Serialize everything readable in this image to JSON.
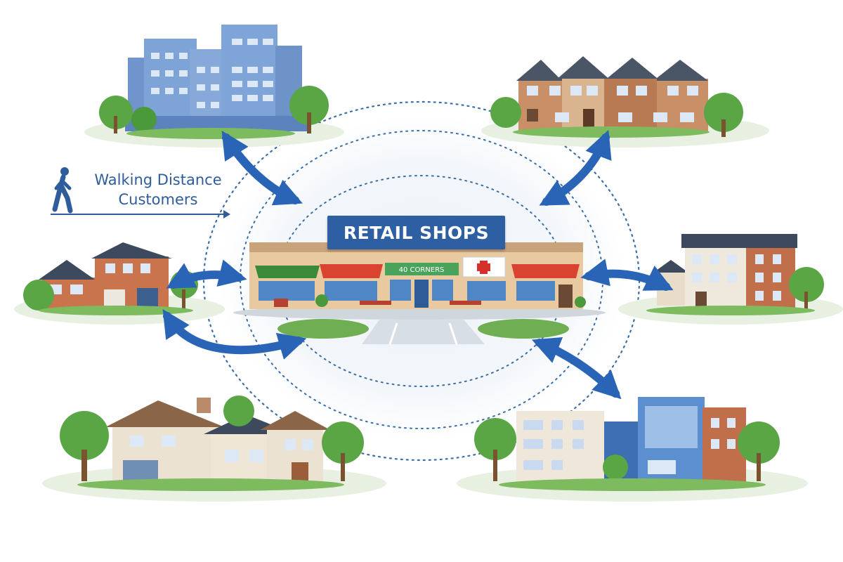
{
  "sign": {
    "title": "RETAIL SHOPS"
  },
  "legend": {
    "line1": "Walking Distance",
    "line2": "Customers",
    "icon": "walking-person-icon"
  },
  "storefronts": {
    "green_sign": "40 CORNERS",
    "pharmacy_symbol": "red-cross-icon"
  },
  "neighborhoods": [
    {
      "name": "high-rise-apartments"
    },
    {
      "name": "townhouses"
    },
    {
      "name": "brick-house"
    },
    {
      "name": "apartment-building"
    },
    {
      "name": "suburban-homes"
    },
    {
      "name": "mixed-use-buildings"
    }
  ],
  "colors": {
    "arrow": "#2a64b6",
    "sign_bg": "#2f5fa3",
    "legend_text": "#2f5d9c",
    "dotted_ring": "#3a6ea8",
    "tree": "#4a9a3b",
    "lawn": "#e8f0e2"
  }
}
